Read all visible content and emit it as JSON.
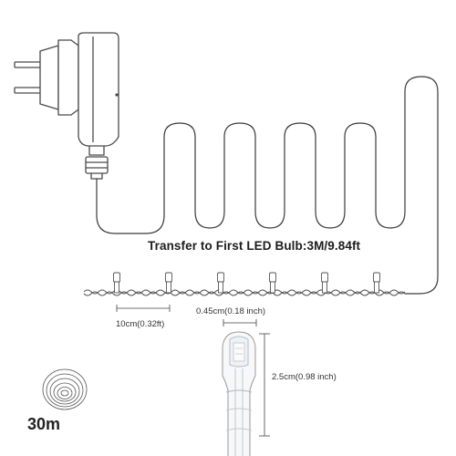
{
  "labels": {
    "transfer": "Transfer to First LED Bulb:3M/9.84ft",
    "bulb_spacing": "10cm(0.32ft)",
    "bulb_width": "0.45cm(0.18 inch)",
    "bulb_height": "2.5cm(0.98 inch)",
    "total_length": "30m"
  },
  "string": {
    "bulb_count": 6
  },
  "icons": {
    "plug": "power-plug-icon",
    "coil": "coiled-cable-icon"
  }
}
